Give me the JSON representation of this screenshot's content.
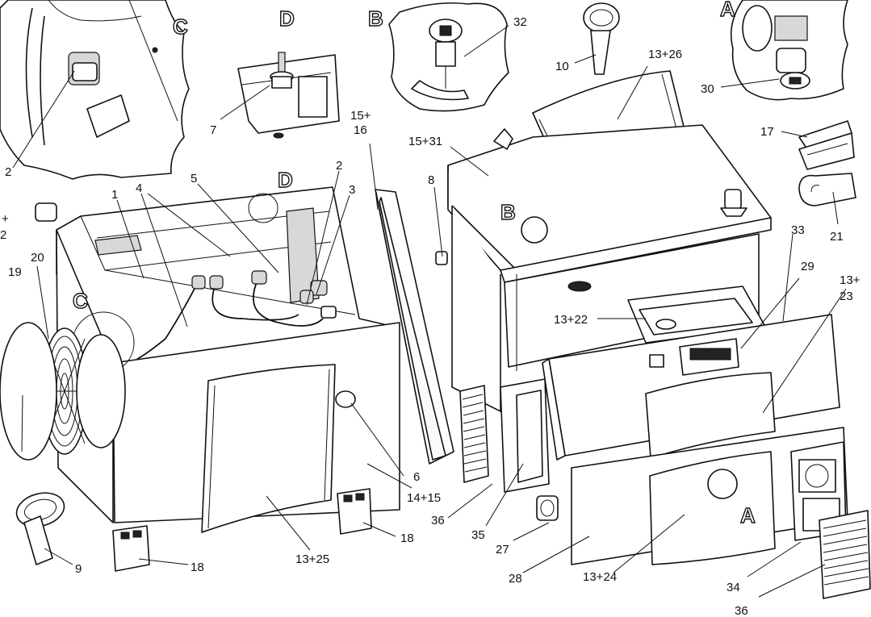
{
  "detail_letters": {
    "c_top": "C",
    "d_top": "D",
    "b_top": "B",
    "a_top": "A",
    "d_frame": "D",
    "b_frame": "B",
    "c_frame": "C",
    "a_frame": "A"
  },
  "part_labels": {
    "l1": "1",
    "l2a": "2",
    "l2b": "2",
    "l3": "3",
    "l4": "4",
    "l5": "5",
    "l6": "6",
    "l7": "7",
    "l8": "8",
    "l9": "9",
    "l10": "10",
    "l13_25": "13+25",
    "l13_26": "13+26",
    "l13_22": "13+22",
    "l13_23a": "13+",
    "l13_23b": "23",
    "l13_24": "13+24",
    "l14_15": "14+15",
    "l15_16a": "15+",
    "l15_16b": "16",
    "l15_31": "15+31",
    "l17": "17",
    "l18a": "18",
    "l18b": "18",
    "l19": "19",
    "l20": "20",
    "l21": "21",
    "l27": "27",
    "l28": "28",
    "l29": "29",
    "l30": "30",
    "l32": "32",
    "l33": "33",
    "l34": "34",
    "l35": "35",
    "l36a": "36",
    "l36b": "36",
    "l_edge_a": "+",
    "l_edge_b": "2"
  }
}
